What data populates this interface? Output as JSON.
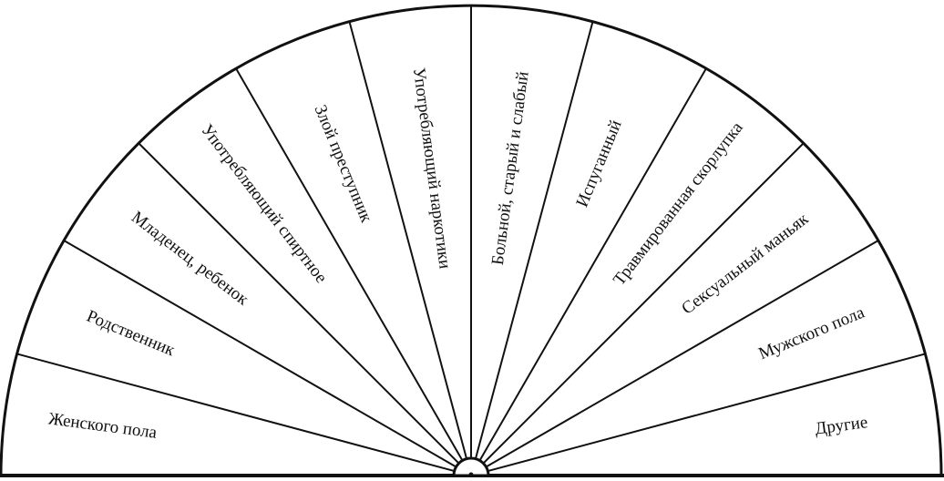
{
  "diagram": {
    "type": "semicircle-pendulum-chart",
    "sectors": [
      "Женского пола",
      "Родственник",
      "Младенец, ребенок",
      "Употребляющий спиртное",
      "Злой преступник",
      "Употребляющий наркотики",
      "Больной, старый и слабый",
      "Испуганный",
      "Травмированная скорлупка",
      "Сексуальный маньяк",
      "Мужского пола",
      "Другие"
    ]
  }
}
